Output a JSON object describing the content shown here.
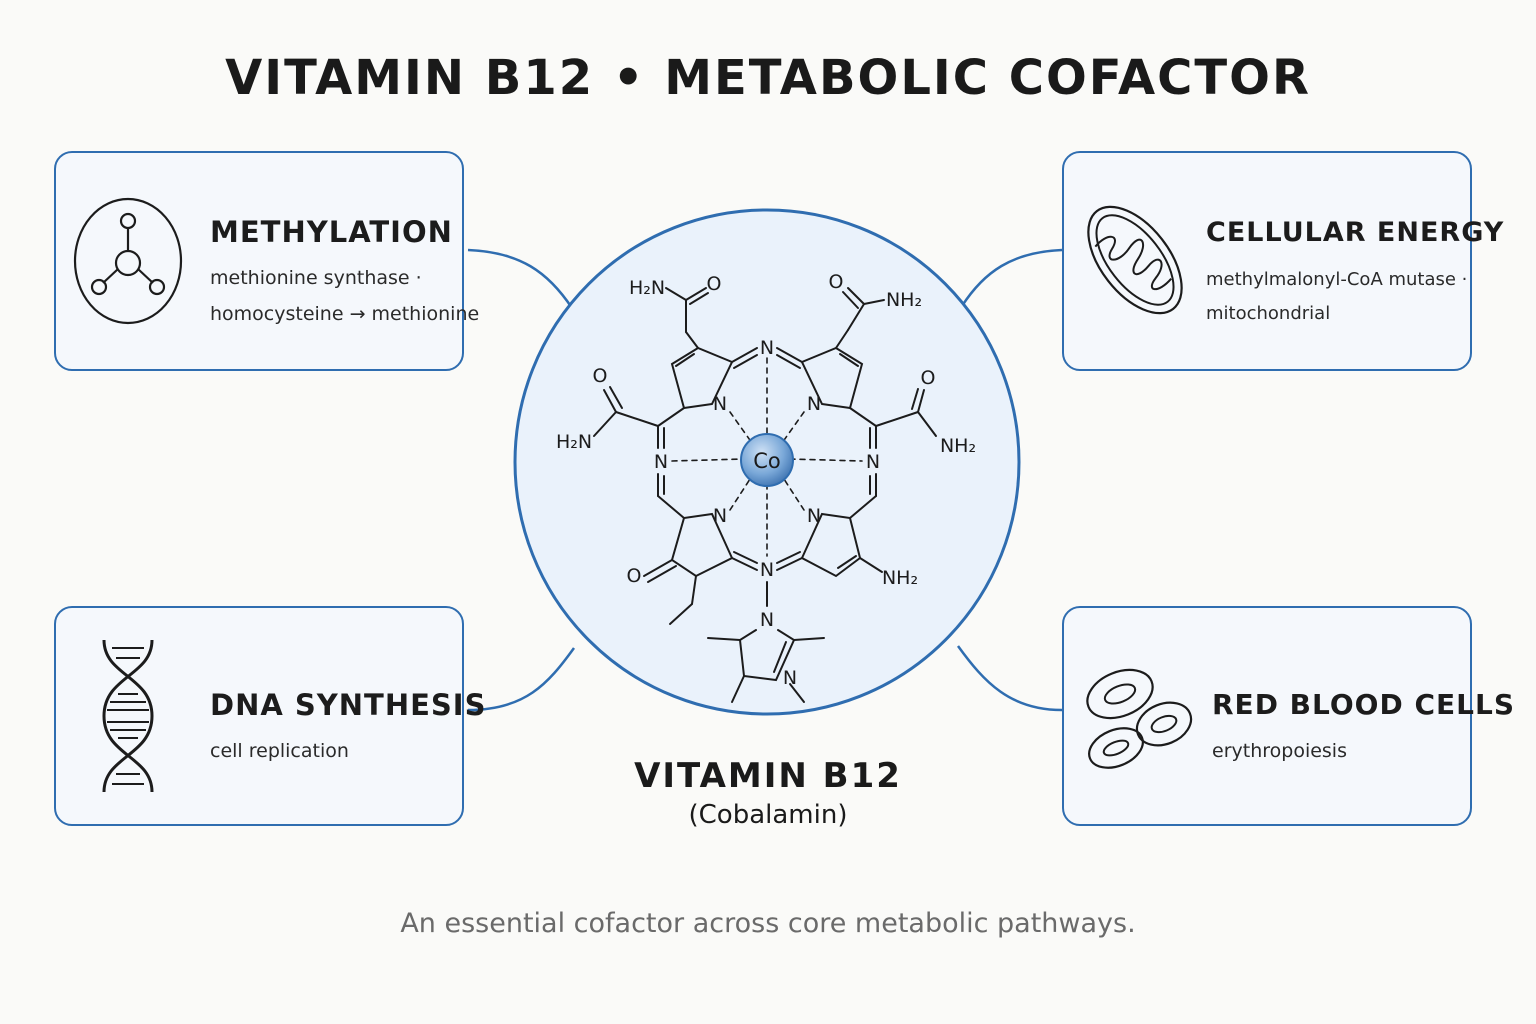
{
  "title": "VITAMIN B12 • METABOLIC COFACTOR",
  "cards": {
    "methylation": {
      "heading": "METHYLATION",
      "line1": "methionine synthase ·",
      "line2": "homocysteine → methionine",
      "icon": "methyl-molecule-icon"
    },
    "energy": {
      "heading": "CELLULAR ENERGY",
      "line1": "methylmalonyl-CoA mutase ·",
      "line2": "mitochondrial",
      "icon": "mitochondrion-icon"
    },
    "dna": {
      "heading": "DNA SYNTHESIS",
      "line1": "cell replication",
      "icon": "dna-helix-icon"
    },
    "rbc": {
      "heading": "RED BLOOD CELLS",
      "line1": "erythropoiesis",
      "icon": "red-blood-cells-icon"
    }
  },
  "center": {
    "name": "VITAMIN B12",
    "subtitle": "(Cobalamin)",
    "metal": "Co",
    "atoms": {
      "n": "N",
      "o": "O",
      "h2n": "H₂N",
      "nh2": "NH₂"
    }
  },
  "caption": "An essential cofactor across core metabolic pathways.",
  "colors": {
    "accent": "#2f6db0",
    "card_fill": "#f5f8fc",
    "hub_fill": "#eaf2fb",
    "text": "#1a1a1a",
    "caption": "#6a6a6a"
  }
}
